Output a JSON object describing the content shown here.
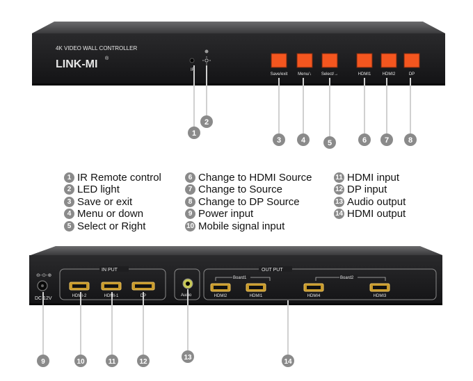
{
  "front_panel": {
    "model_label": "4K VIDEO WALL CONTROLLER",
    "brand": "LINK-MI",
    "brand_mark": "®",
    "ir_label": "IR",
    "buttons": [
      {
        "label": "Save/exit",
        "color": "#f4561f"
      },
      {
        "label": "Menu/↓",
        "color": "#f4561f"
      },
      {
        "label": "Select/→",
        "color": "#f4561f"
      },
      {
        "label": "HDMI1",
        "color": "#f4561f"
      },
      {
        "label": "HDMI2",
        "color": "#f4561f"
      },
      {
        "label": "DP",
        "color": "#f4561f"
      }
    ]
  },
  "callouts_front": [
    "1",
    "2",
    "3",
    "4",
    "5",
    "6",
    "7",
    "8"
  ],
  "callouts_rear": [
    "9",
    "10",
    "11",
    "12",
    "13",
    "14"
  ],
  "legend": {
    "col1": [
      {
        "num": "1",
        "text": "IR Remote control"
      },
      {
        "num": "2",
        "text": "LED light"
      },
      {
        "num": "3",
        "text": "Save or exit"
      },
      {
        "num": "4",
        "text": "Menu or down"
      },
      {
        "num": "5",
        "text": "Select or Right"
      }
    ],
    "col2": [
      {
        "num": "6",
        "text": "Change to HDMI Source"
      },
      {
        "num": "7",
        "text": "Change to Source"
      },
      {
        "num": "8",
        "text": "Change to DP Source"
      },
      {
        "num": "9",
        "text": "Power input"
      },
      {
        "num": "10",
        "text": "Mobile signal input"
      }
    ],
    "col3": [
      {
        "num": "11",
        "text": "HDMI input"
      },
      {
        "num": "12",
        "text": "DP input"
      },
      {
        "num": "13",
        "text": "Audio output"
      },
      {
        "num": "14",
        "text": "HDMI output"
      }
    ]
  },
  "rear_panel": {
    "dc_label": "DC 12V",
    "input_group": "IN PUT",
    "output_group": "OUT PUT",
    "inputs": [
      "HDMI-2",
      "HDMI-1",
      "DP"
    ],
    "audio_label": "Audio",
    "board1": "Board1",
    "board2": "Board2",
    "outputs": [
      "HDMI2",
      "HDMI1",
      "HDMI4",
      "HDMI3"
    ]
  },
  "colors": {
    "panel": "#1c1c1e",
    "accent": "#f4561f",
    "callout": "#8a8a8a"
  }
}
